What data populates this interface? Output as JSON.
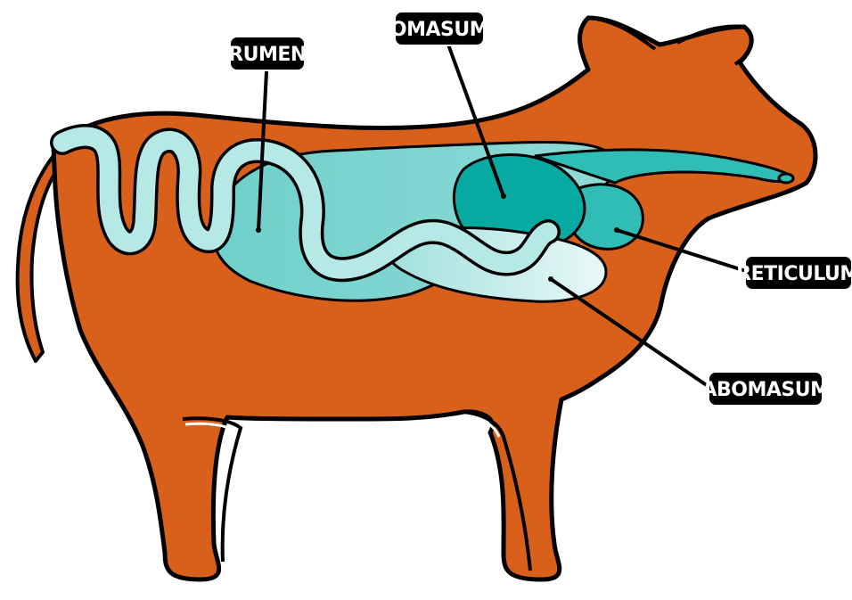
{
  "colors": {
    "body": "#d9601a",
    "outline": "#000000",
    "rumen": "#7fd5d0",
    "omasum": "#06aaa0",
    "reticulum": "#2fbdb6",
    "abomasum": "#dbf3f2",
    "intestine": "#b6e8e6",
    "label_bg": "#000000",
    "label_text": "#ffffff"
  },
  "labels": {
    "rumen": "RUMEN",
    "omasum": "OMASUM",
    "reticulum": "RETICULUM",
    "abomasum": "ABOMASUM"
  }
}
